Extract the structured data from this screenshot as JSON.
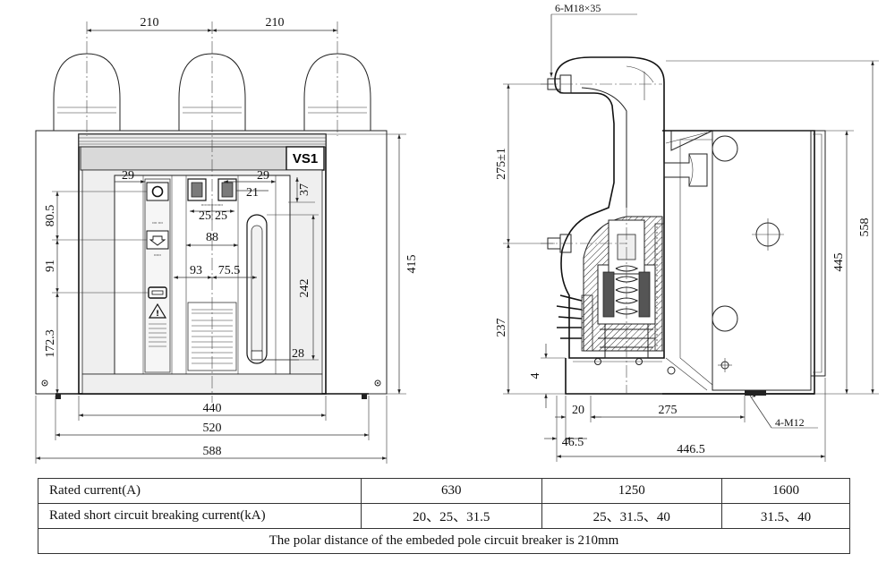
{
  "front_view": {
    "dims": {
      "phase_spacing_1": "210",
      "phase_spacing_2": "210",
      "d29_left": "29",
      "d29_right": "29",
      "d21": "21",
      "d37": "37",
      "d25a": "25",
      "d25b": "25",
      "d88": "88",
      "d93": "93",
      "d75_5": "75.5",
      "d242": "242",
      "d28": "28",
      "d80_5": "80.5",
      "d91": "91",
      "d172_3": "172.3",
      "d415": "415",
      "d440": "440",
      "d520": "520",
      "d588": "588"
    },
    "brand": "VS1"
  },
  "side_view": {
    "dims": {
      "bolt_callout": "6-M18×35",
      "d275pm1": "275±1",
      "d237": "237",
      "d4": "4",
      "d20": "20",
      "d275": "275",
      "d46_5": "46.5",
      "d446_5": "446.5",
      "d558": "558",
      "d445": "445",
      "mount_callout": "4-M12"
    }
  },
  "spec_table": {
    "rows": [
      {
        "label": "Rated current(A)",
        "values": [
          "630",
          "1250",
          "1600"
        ]
      },
      {
        "label": "Rated short circuit breaking current(kA)",
        "values": [
          "20、25、31.5",
          "25、31.5、40",
          "31.5、40"
        ]
      }
    ],
    "note": "The polar distance of the embeded pole circuit breaker is 210mm"
  }
}
